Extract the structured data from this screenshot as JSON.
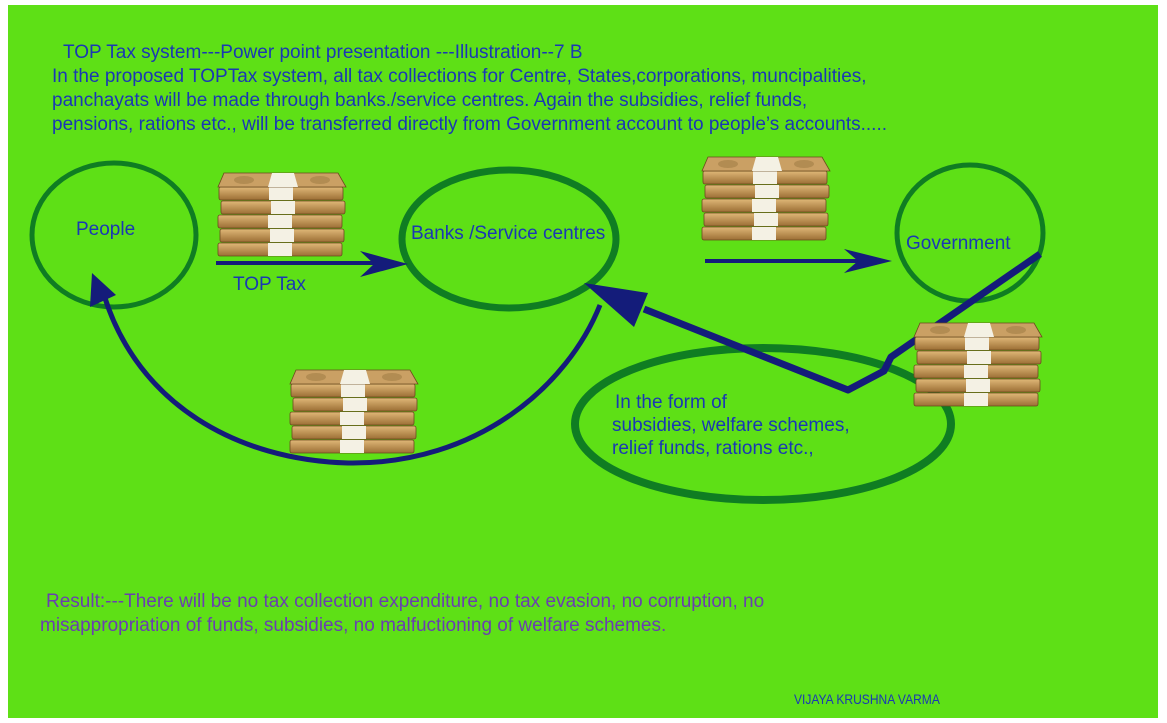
{
  "colors": {
    "background": "#5ee016",
    "text_blue": "#1a38b4",
    "text_purple": "#6a3fb0",
    "circle_green": "#0f7d22",
    "arrow_navy": "#141c7a",
    "money_tan": "#c79a57",
    "money_band": "#f4f1e4"
  },
  "intro": {
    "title": "TOP Tax system---Power point presentation ---Illustration--7 B",
    "lines": [
      "In the proposed TOPTax system, all tax collections for Centre, States,corporations, muncipalities,",
      "panchayats will be made through banks./service centres. Again the subsidies, relief funds,",
      "pensions, rations etc., will be transferred directly from Government account to people’s accounts....."
    ]
  },
  "nodes": {
    "people": "People",
    "banks": "Banks /Service centres",
    "government": "Government"
  },
  "edge_labels": {
    "top_tax": "TOP Tax"
  },
  "welfare": {
    "lines": [
      "In the form of",
      "subsidies, welfare schemes,",
      "relief funds, rations etc.,"
    ]
  },
  "result": {
    "lines": [
      "Result:---There will be no tax collection expenditure, no tax evasion, no corruption, no",
      "misappropriation of funds, subsidies, no malfuctioning of welfare schemes."
    ]
  },
  "author": "VIJAYA KRUSHNA VARMA",
  "icons": {
    "money": "money-stack-icon"
  }
}
